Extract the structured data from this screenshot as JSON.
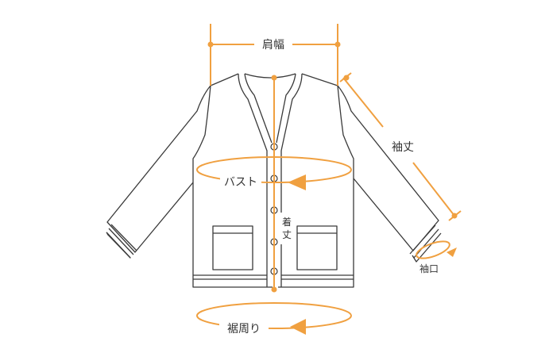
{
  "labels": {
    "shoulder": "肩幅",
    "sleeve_length": "袖丈",
    "bust": "バスト",
    "body_length_1": "着",
    "body_length_2": "丈",
    "cuff": "袖口",
    "hem": "裾周り"
  },
  "colors": {
    "measure": "#f0a040",
    "garment_outline": "#3a3a3a",
    "text": "#333333"
  }
}
